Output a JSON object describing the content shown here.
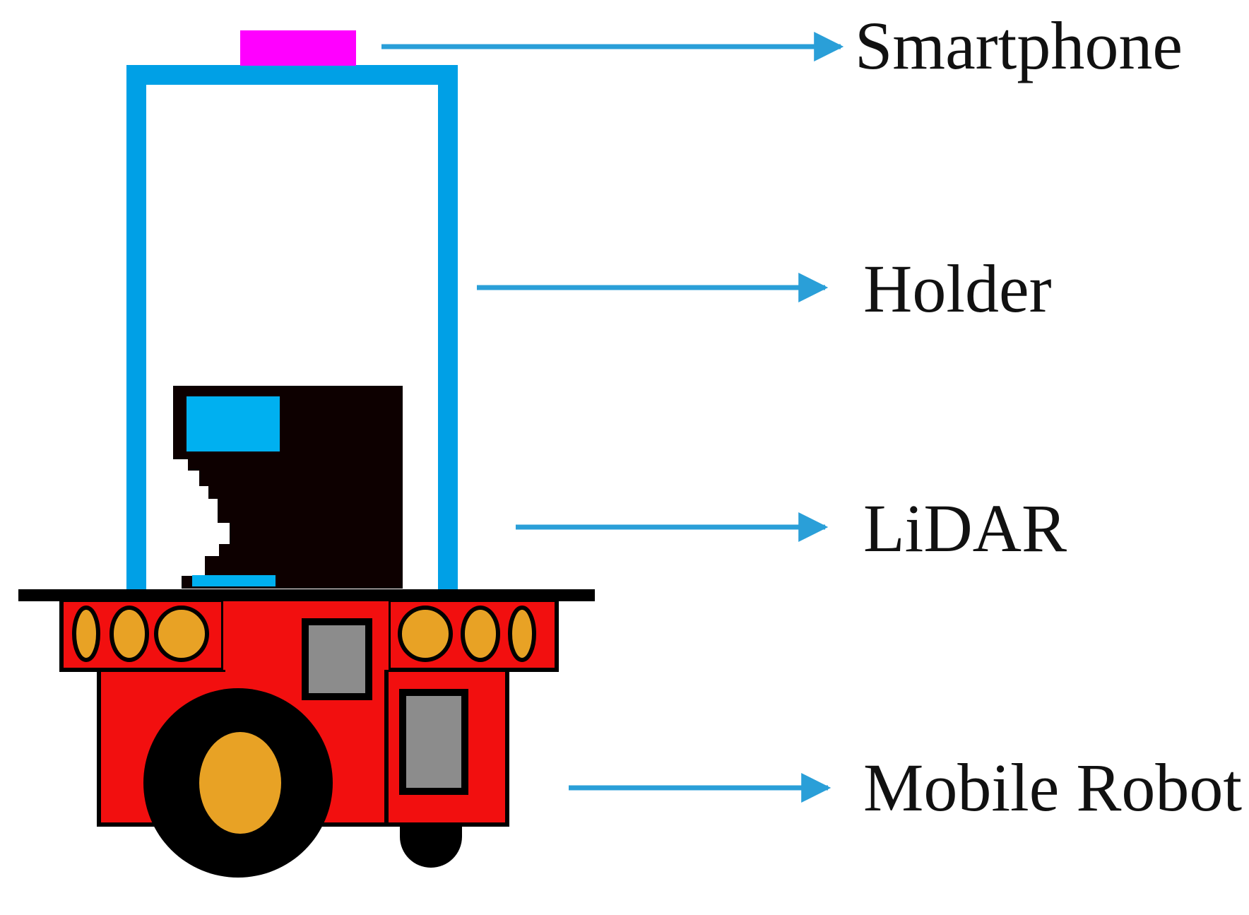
{
  "labels": {
    "smartphone": "Smartphone",
    "holder": "Holder",
    "lidar": "LiDAR",
    "mobile_robot": "Mobile Robot"
  },
  "colors": {
    "smartphone": "#ff00ff",
    "holder": "#00a0e6",
    "arrow": "#2a9fd8",
    "lidar_body": "#0d0000",
    "lidar_window": "#00b0f0",
    "robot_body": "#f20f0f",
    "light": "#e8a225",
    "panel": "#8c8c8c",
    "outline": "#000000"
  },
  "icons": [
    "smartphone-icon",
    "holder-frame",
    "lidar-icon",
    "mobile-robot-icon",
    "wheel-icon",
    "arrow-right-icon"
  ]
}
